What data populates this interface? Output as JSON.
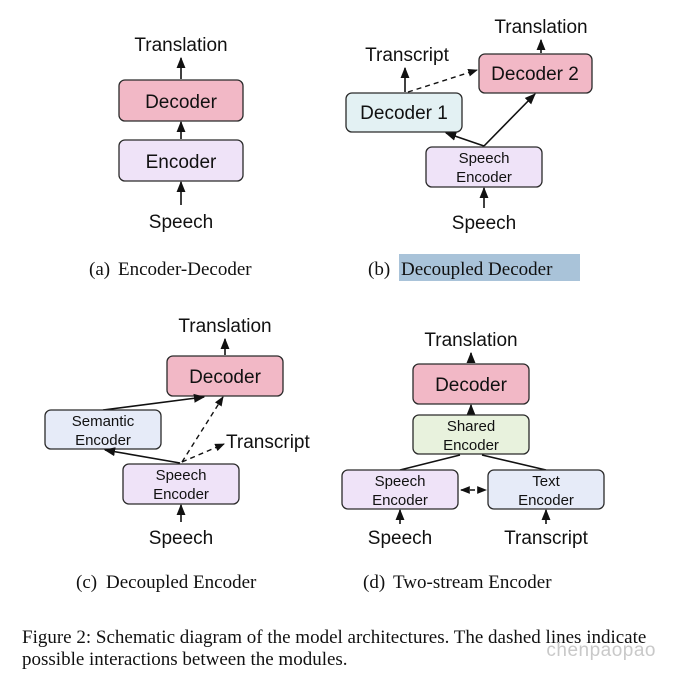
{
  "panels": {
    "a": {
      "caption_tag": "(a)",
      "caption_text": "Encoder-Decoder",
      "translation": "Translation",
      "decoder": "Decoder",
      "encoder": "Encoder",
      "speech": "Speech"
    },
    "b": {
      "caption_tag": "(b)",
      "caption_text": "Decoupled Decoder",
      "translation": "Translation",
      "transcript": "Transcript",
      "decoder1": "Decoder 1",
      "decoder2": "Decoder 2",
      "speech_encoder_line1": "Speech",
      "speech_encoder_line2": "Encoder",
      "speech": "Speech"
    },
    "c": {
      "caption_tag": "(c)",
      "caption_text": "Decoupled Encoder",
      "translation": "Translation",
      "decoder": "Decoder",
      "semantic_encoder_line1": "Semantic",
      "semantic_encoder_line2": "Encoder",
      "transcript": "Transcript",
      "speech_encoder_line1": "Speech",
      "speech_encoder_line2": "Encoder",
      "speech": "Speech"
    },
    "d": {
      "caption_tag": "(d)",
      "caption_text": "Two-stream Encoder",
      "translation": "Translation",
      "decoder": "Decoder",
      "shared_encoder_line1": "Shared",
      "shared_encoder_line2": "Encoder",
      "speech_encoder_line1": "Speech",
      "speech_encoder_line2": "Encoder",
      "text_encoder_line1": "Text",
      "text_encoder_line2": "Encoder",
      "speech": "Speech",
      "transcript": "Transcript"
    }
  },
  "figure_caption": "Figure 2: Schematic diagram of the model architectures. The dashed lines indicate possible interactions between the modules.",
  "watermark": "chenpaopao",
  "colors": {
    "decoder_pink": "#f2b8c6",
    "encoder_lavender": "#efe3f8",
    "semantic_text_blue": "#e6ebf8",
    "decoder1_cyan": "#e3f1f3",
    "shared_green": "#e8f2dd",
    "highlight": "#a9c3d9"
  }
}
